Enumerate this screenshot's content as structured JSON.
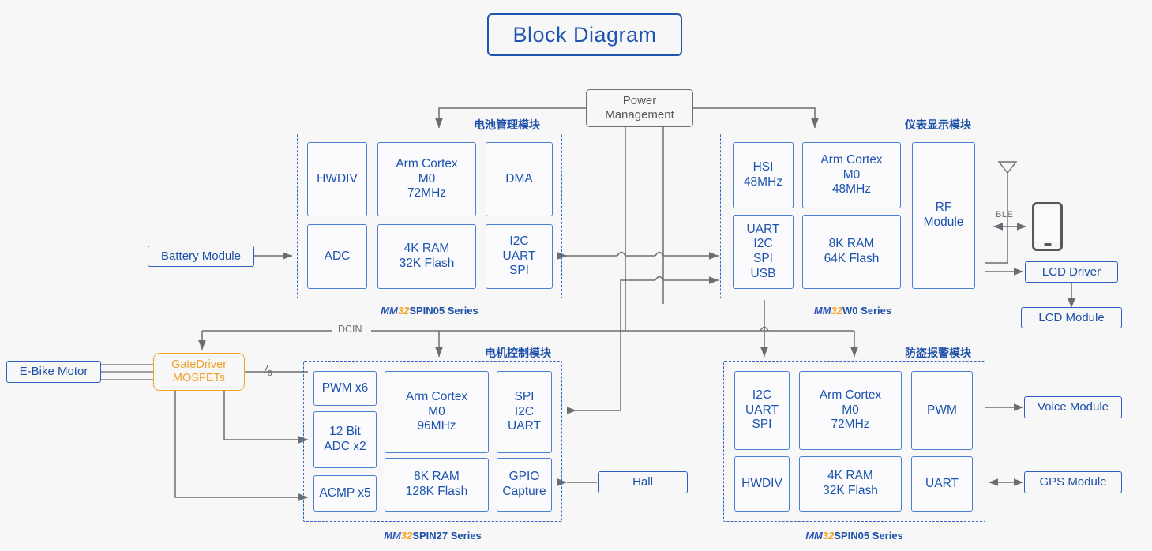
{
  "title": "Block Diagram",
  "colors": {
    "blue": "#1b4fa8",
    "border_blue": "#2f5fc4",
    "orange": "#f0a32a",
    "gray": "#6a6e73",
    "background": "#f7f7f7"
  },
  "power_management": {
    "label": "Power\nManagement"
  },
  "modules": {
    "battery": {
      "cn_label": "电池管理模块",
      "series_mm": "MM",
      "series_32": "32",
      "series_rest": "SPIN05 Series",
      "blocks": [
        {
          "label": "HWDIV"
        },
        {
          "label": "Arm Cortex\nM0\n72MHz"
        },
        {
          "label": "DMA"
        },
        {
          "label": "ADC"
        },
        {
          "label": "4K RAM\n32K Flash"
        },
        {
          "label": "I2C\nUART\nSPI"
        }
      ]
    },
    "display": {
      "cn_label": "仪表显示模块",
      "series_mm": "MM",
      "series_32": "32",
      "series_rest": "W0 Series",
      "blocks": [
        {
          "label": "HSI\n48MHz"
        },
        {
          "label": "Arm Cortex\nM0\n48MHz"
        },
        {
          "label": "RF\nModule"
        },
        {
          "label": "UART\nI2C\nSPI\nUSB"
        },
        {
          "label": "8K RAM\n64K Flash"
        }
      ]
    },
    "motor": {
      "cn_label": "电机控制模块",
      "series_mm": "MM",
      "series_32": "32",
      "series_rest": "SPIN27 Series",
      "blocks": [
        {
          "label": "PWM x6"
        },
        {
          "label": "12 Bit\nADC x2"
        },
        {
          "label": "ACMP x5"
        },
        {
          "label": "Arm Cortex\nM0\n96MHz"
        },
        {
          "label": "8K RAM\n128K Flash"
        },
        {
          "label": "SPI\nI2C\nUART"
        },
        {
          "label": "GPIO\nCapture"
        }
      ]
    },
    "alarm": {
      "cn_label": "防盗报警模块",
      "series_mm": "MM",
      "series_32": "32",
      "series_rest": "SPIN05 Series",
      "blocks": [
        {
          "label": "I2C\nUART\nSPI"
        },
        {
          "label": "Arm Cortex\nM0\n72MHz"
        },
        {
          "label": "PWM"
        },
        {
          "label": "HWDIV"
        },
        {
          "label": "4K RAM\n32K Flash"
        },
        {
          "label": "UART"
        }
      ]
    }
  },
  "peripherals": {
    "battery_module": "Battery Module",
    "ebike_motor": "E-Bike Motor",
    "gate_driver": "GateDriver\nMOSFETs",
    "hall": "Hall",
    "lcd_driver": "LCD Driver",
    "lcd_module": "LCD Module",
    "voice_module": "Voice Module",
    "gps_module": "GPS Module"
  },
  "annotations": {
    "dcin": "DCIN",
    "ble": "BLE",
    "bus_width": "6",
    "bus_slash": "/"
  },
  "icons": {
    "antenna": "antenna-icon",
    "phone": "smartphone-icon"
  }
}
